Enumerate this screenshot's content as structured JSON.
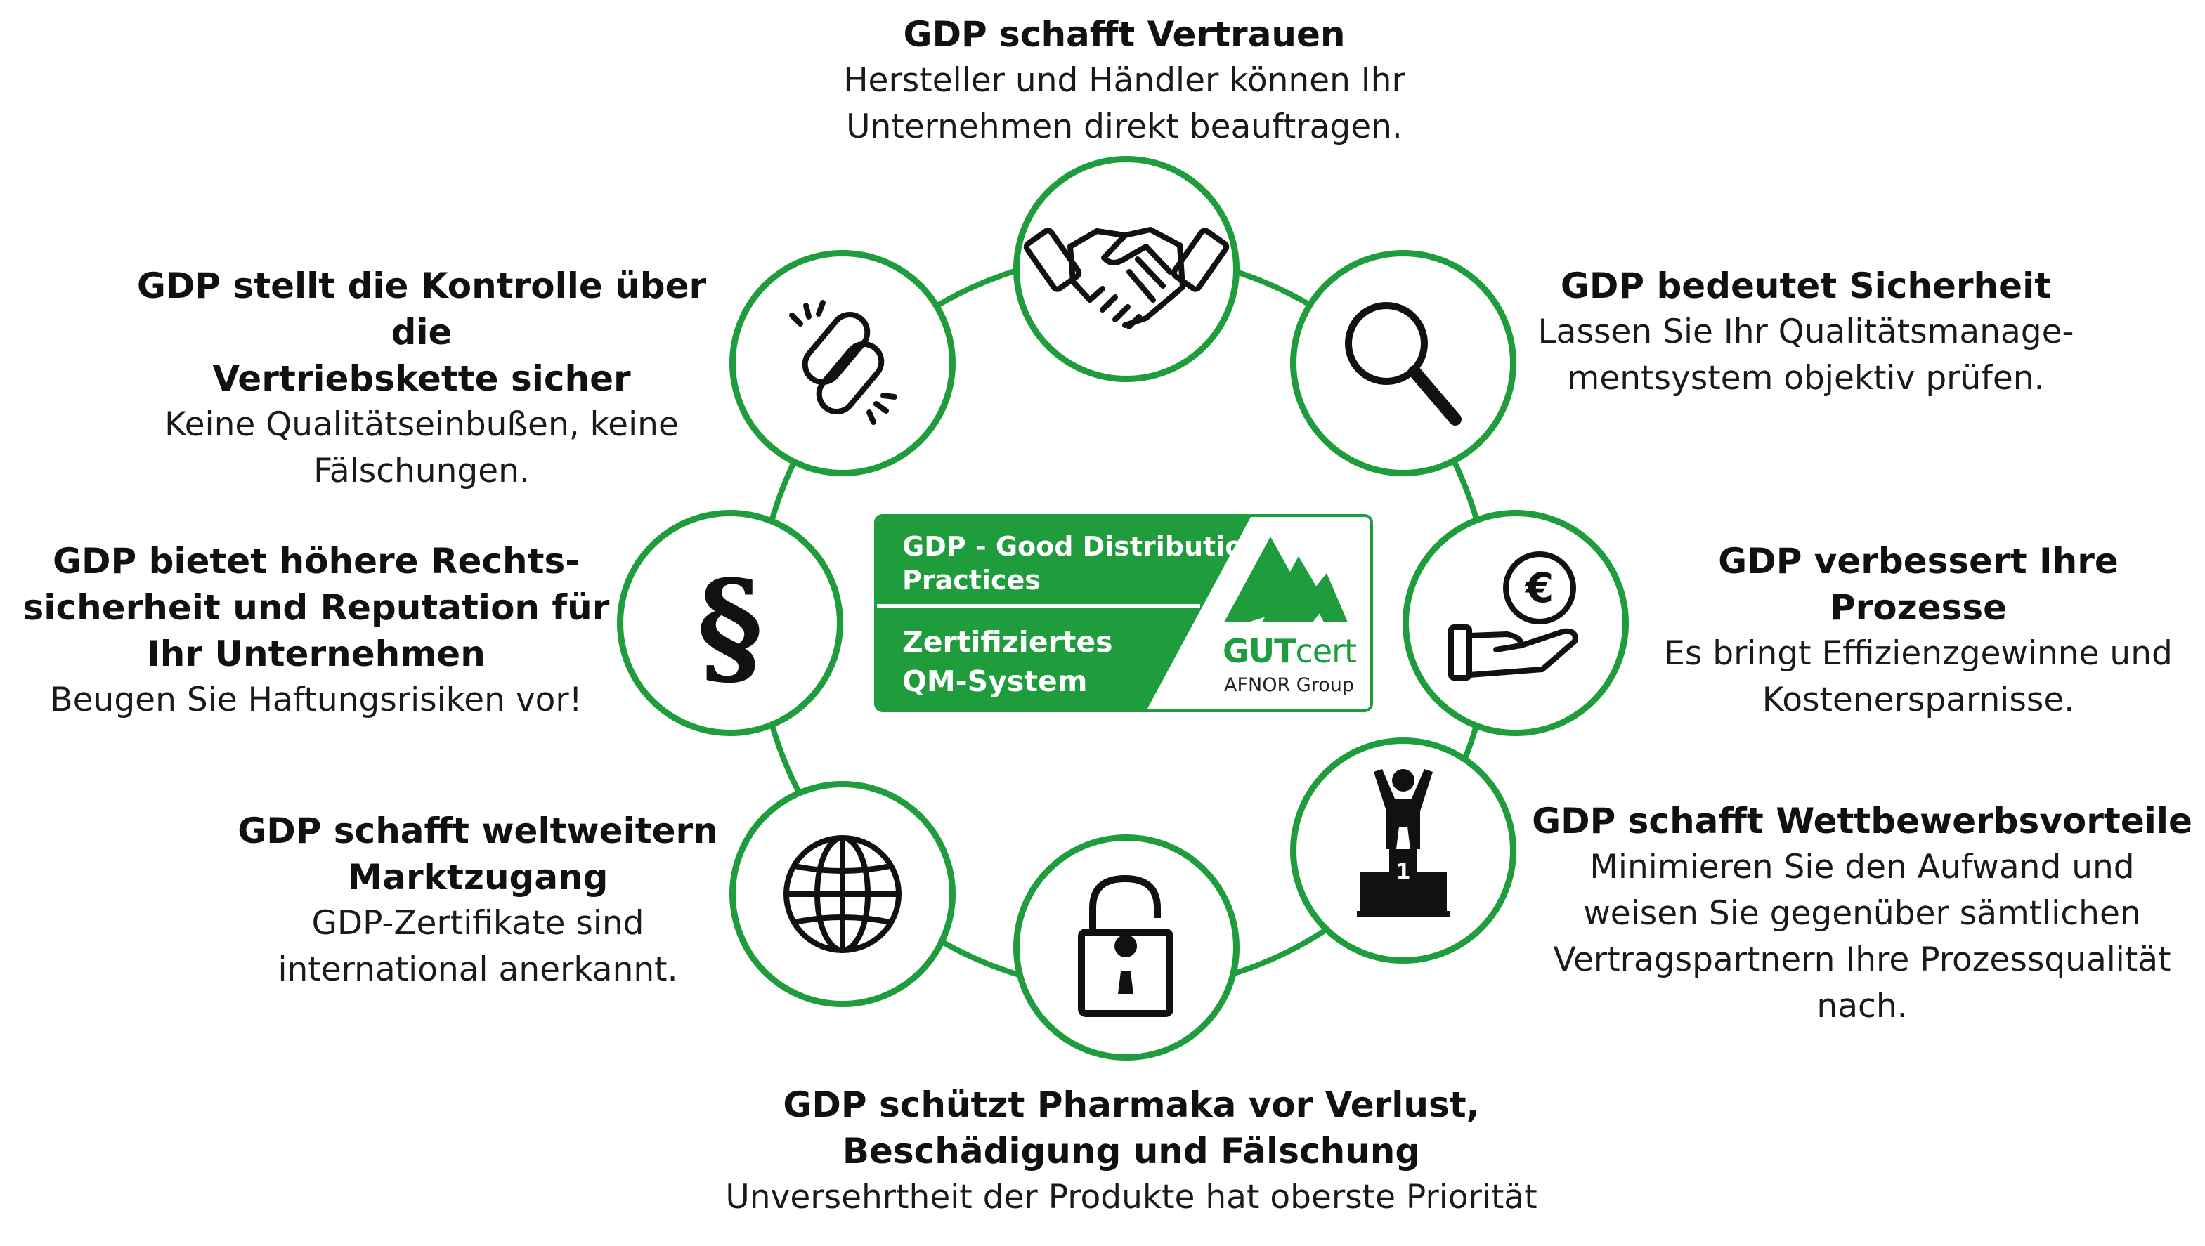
{
  "accent_color": "#1f9c3c",
  "logo": {
    "line1": "GDP - Good Distribution\nPractices",
    "line2": "Zertifiziertes\nQM-System",
    "brand_bold": "GUT",
    "brand_light": "cert",
    "group": "AFNOR Group"
  },
  "benefits": [
    {
      "icon": "handshake-icon",
      "title": "GDP schafft Vertrauen",
      "desc": "Hersteller und Händler können Ihr\nUnternehmen direkt beauftragen."
    },
    {
      "icon": "magnifier-icon",
      "title": "GDP bedeutet Sicherheit",
      "desc": "Lassen Sie Ihr Qualitätsmanage-\nmentsystem objektiv prüfen."
    },
    {
      "icon": "euro-hand-icon",
      "title": "GDP verbessert Ihre Prozesse",
      "desc": "Es bringt Effizienzgewinne und\nKostenersparnisse."
    },
    {
      "icon": "podium-winner-icon",
      "title": "GDP schafft Wettbewerbsvorteile",
      "desc": "Minimieren Sie den Aufwand und\nweisen Sie gegenüber sämtlichen\nVertragspartnern Ihre Prozessqualität\nnach."
    },
    {
      "icon": "padlock-icon",
      "title": "GDP schützt Pharmaka  vor Verlust,\nBeschädigung und Fälschung",
      "desc": "Unversehrtheit der Produkte hat oberste Priorität"
    },
    {
      "icon": "globe-icon",
      "title": "GDP schafft weltweitern\nMarktzugang",
      "desc": "GDP-Zertifikate sind\ninternational anerkannt."
    },
    {
      "icon": "paragraph-icon",
      "title": "GDP bietet höhere Rechts-\nsicherheit und Reputation für\nIhr Unternehmen",
      "desc": "Beugen Sie  Haftungsrisiken vor!"
    },
    {
      "icon": "chain-link-icon",
      "title": "GDP stellt die Kontrolle über die\nVertriebskette sicher",
      "desc": "Keine Qualitätseinbußen, keine\nFälschungen."
    }
  ],
  "podium_number": "1",
  "paragraph_symbol": "§",
  "euro_symbol": "€"
}
